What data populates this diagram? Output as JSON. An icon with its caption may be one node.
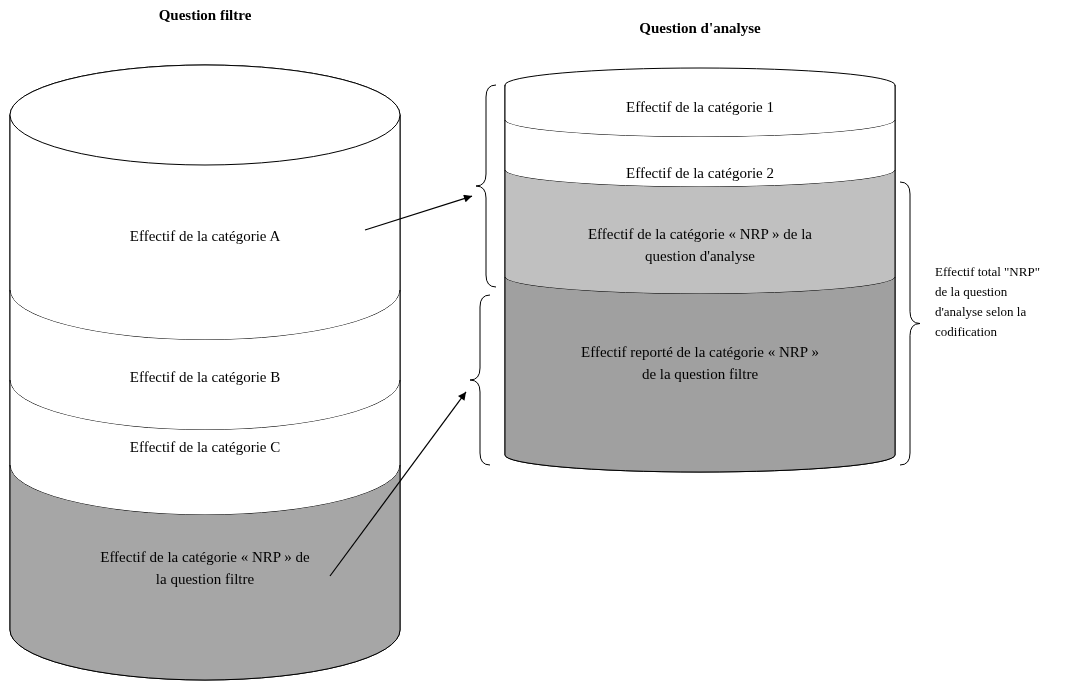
{
  "diagram": {
    "nodes": [
      {
        "text": [
          "Question filtre"
        ]
      },
      {
        "text": [
          "Effectif de la catégorie A"
        ],
        "in": 0
      },
      {
        "text": [
          "Effectif de la catégorie B"
        ],
        "in": 0
      },
      {
        "text": [
          "Effectif de la catégorie C"
        ],
        "in": 0
      },
      {
        "text": [
          "Effectif de la catégorie « NRP » de la question filtre"
        ],
        "in": 0
      },
      {
        "text": [
          "Question d'analyse"
        ]
      },
      {
        "text": [
          "Effectif de la catégorie 1"
        ],
        "in": 5
      },
      {
        "text": [
          "Effectif de la catégorie 2"
        ],
        "in": 5
      },
      {
        "text": [
          "Effectif de la catégorie « NRP » de la question d'analyse"
        ],
        "in": 5
      },
      {
        "text": [
          "Effectif reporté de la catégorie « NRP » de la question filtre"
        ],
        "in": 5
      },
      {
        "text": [],
        "shape": "bracket"
      },
      {
        "text": [],
        "shape": "bracket"
      }
    ],
    "edges": [
      {
        "from": 1,
        "to": 10,
        "arrow": "to"
      },
      {
        "from": 4,
        "to": 11,
        "arrow": "to"
      }
    ],
    "labels": [
      "Effectif total \"NRP\" de la question d'analyse selon la codification"
    ]
  }
}
